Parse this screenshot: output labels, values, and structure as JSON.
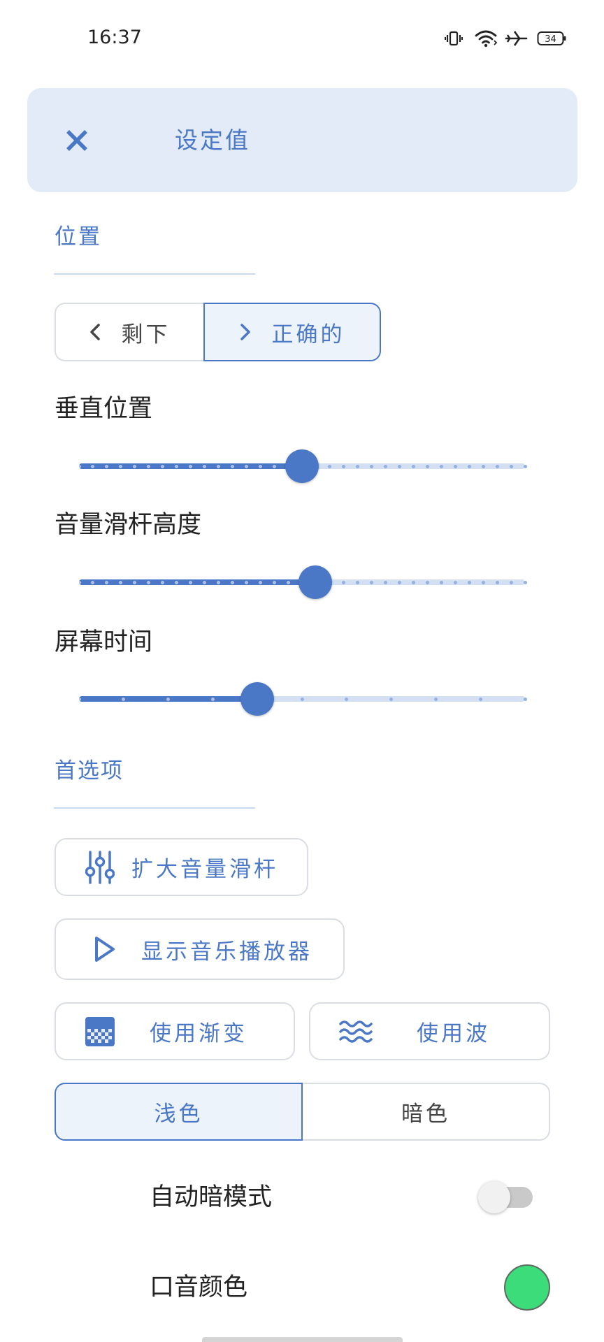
{
  "status_bar": {
    "time": "16:37",
    "battery_level": "34",
    "icons": [
      "vibrate-icon",
      "wifi-icon",
      "airplane-mode-icon",
      "battery-icon"
    ]
  },
  "header": {
    "close_icon": "close-icon",
    "title": "设定值"
  },
  "position_section": {
    "title": "位置",
    "side_options": [
      {
        "label": "剩下",
        "icon": "chevron-left-icon",
        "selected": false
      },
      {
        "label": "正确的",
        "icon": "chevron-right-icon",
        "selected": true
      }
    ],
    "sliders": [
      {
        "label": "垂直位置",
        "value": 0.5,
        "steps": 32
      },
      {
        "label": "音量滑杆高度",
        "value": 0.53,
        "steps": 32
      },
      {
        "label": "屏幕时间",
        "value": 0.4,
        "steps": 10
      }
    ]
  },
  "preferences_section": {
    "title": "首选项",
    "expand_slider_button": {
      "label": "扩大音量滑杆",
      "icon": "sliders-icon"
    },
    "music_player_button": {
      "label": "显示音乐播放器",
      "icon": "play-icon"
    },
    "gradient_button": {
      "label": "使用渐变",
      "icon": "gradient-icon"
    },
    "wave_button": {
      "label": "使用波",
      "icon": "wave-icon"
    },
    "theme_options": [
      {
        "label": "浅色",
        "selected": true
      },
      {
        "label": "暗色",
        "selected": false
      }
    ],
    "auto_dark_mode": {
      "label": "自动暗模式",
      "enabled": false
    },
    "accent_color": {
      "label": "口音颜色",
      "color": "#3ddc7a"
    }
  },
  "colors": {
    "primary": "#4a78c6",
    "header_background": "#e2ebf7",
    "selected_background": "#edf3fa",
    "track_inactive": "#d3e0f3",
    "text": "#222222"
  }
}
